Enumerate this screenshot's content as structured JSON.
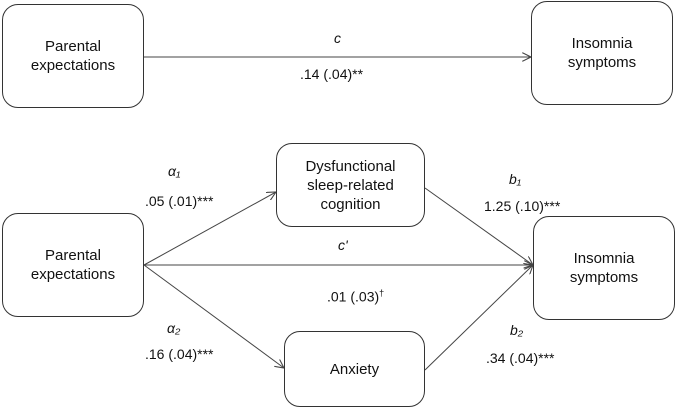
{
  "top_model": {
    "predictor": "Parental\nexpectations",
    "outcome": "Insomnia\nsymptoms",
    "path_c_symbol": "c",
    "path_c_value": ".14 (.04)**"
  },
  "mediation_model": {
    "predictor": "Parental\nexpectations",
    "mediator_1": "Dysfunctional\nsleep-related\ncognition",
    "mediator_2": "Anxiety",
    "outcome": "Insomnia\nsymptoms",
    "a1_symbol": "α₁",
    "a1_value": ".05 (.01)***",
    "b1_symbol": "b₁",
    "b1_value": "1.25 (.10)***",
    "c_prime_symbol": "c'",
    "c_prime_value": ".01 (.03)",
    "c_prime_mark": "†",
    "a2_symbol": "α₂",
    "a2_value": ".16 (.04)***",
    "b2_symbol": "b₂",
    "b2_value": ".34 (.04)***"
  },
  "colors": {
    "stroke": "#333333",
    "text": "#111111",
    "background": "#ffffff"
  }
}
